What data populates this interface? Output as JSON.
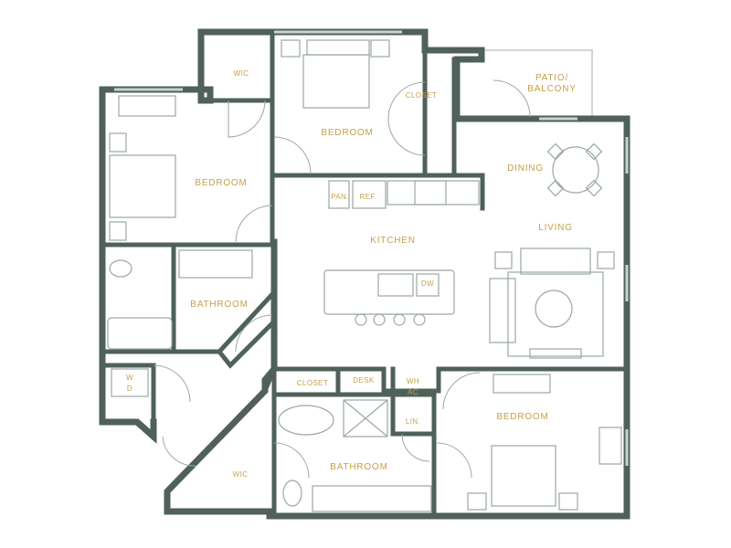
{
  "rooms": {
    "bedroom_top": "BEDROOM",
    "bedroom_left": "BEDROOM",
    "bedroom_right": "BEDROOM",
    "wic_top": "WIC",
    "wic_bottom": "WIC",
    "closet_top": "CLOSET",
    "closet_bottom": "CLOSET",
    "patio": "PATIO/\nBALCONY",
    "dining": "DINING",
    "living": "LIVING",
    "kitchen": "KITCHEN",
    "pantry": "PAN.",
    "fridge": "REF.",
    "dishwasher": "DW",
    "bathroom_left": "BATHROOM",
    "bathroom_bottom": "BATHROOM",
    "washer_dryer": "W\nD",
    "desk": "DESK",
    "wh_ac": "WH\nAC",
    "linen": "LIN."
  },
  "colors": {
    "wall": "#4f6159",
    "label": "#c4a14a",
    "fixture": "#9aa8a2"
  }
}
